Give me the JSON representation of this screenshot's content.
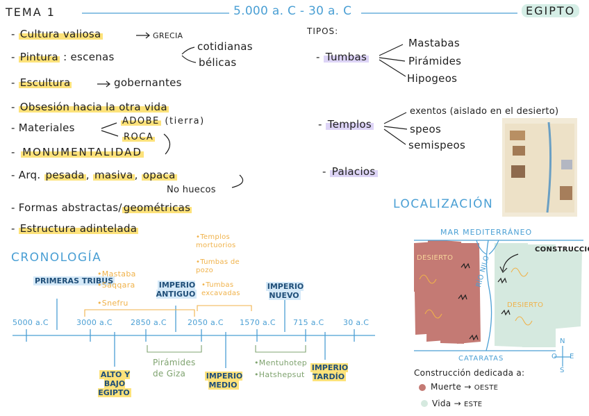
{
  "header": {
    "tema": "TEMA 1",
    "fechas": "5.000 a. C - 30 a. C",
    "titulo": "EGIPTO"
  },
  "caracteristicas": {
    "cultura": "Cultura valiosa",
    "cultura_arrow": "GRECIA",
    "pintura": "Pintura",
    "pintura_mid": ": escenas",
    "pintura_1": "cotidianas",
    "pintura_2": "bélicas",
    "escultura": "Escultura",
    "escultura_arrow": "gobernantes",
    "obsesion": "Obsesión hacia la otra vida",
    "materiales": "Materiales",
    "adobe": "ADOBE",
    "tierra": "(tierra)",
    "roca": "ROCA",
    "monumentalidad": "MONUMENTALIDAD",
    "arq": "Arq.",
    "pesada": "pesada",
    "masiva": "masiva",
    "opaca": "opaca",
    "no_huecos": "No huecos",
    "formas": "Formas abstractas/",
    "geometricas": "geométricas",
    "estructura": "Estructura adintelada"
  },
  "tipos": {
    "titulo": "TIPOS:",
    "tumbas": "Tumbas",
    "tumbas_items": [
      "Mastabas",
      "Pirámides",
      "Hipogeos"
    ],
    "templos": "Templos",
    "templos_items": [
      "exentos (aislado en el desierto)",
      "speos",
      "semispeos"
    ],
    "palacios": "Palacios"
  },
  "cronologia": {
    "titulo": "CRONOLOGÍA",
    "fechas": [
      "5000 a.C",
      "3000 a.C",
      "2850 a.C",
      "2050 a.C",
      "1570 a.C",
      "715 a.C",
      "30 a.C"
    ],
    "primeras_tribus": "PRIMERAS TRIBUS",
    "imperio_antiguo": "IMPERIO ANTIGUO",
    "imperio_nuevo": "IMPERIO NUEVO",
    "alto_bajo": "ALTO Y BAJO EGIPTO",
    "imperio_medio": "IMPERIO MEDIO",
    "imperio_tardio": "IMPERIO TARDÍO",
    "notas_antiguo": [
      "Mastaba",
      "Saqqara",
      "Snefru"
    ],
    "notas_medio": [
      "Templos mortuorios",
      "Tumbas de pozo",
      "Tumbas excavadas"
    ],
    "piramides": "Pirámides de Giza",
    "nuevo_notas": [
      "Mentuhotep",
      "Hatshepsut"
    ]
  },
  "localizacion": {
    "titulo": "LOCALIZACIÓN",
    "mar": "MAR MEDITERRÁNEO",
    "desierto_1": "DESIERTO",
    "desierto_2": "DESIERTO",
    "rio": "RÍO NILO",
    "cataratas": "CATARATAS",
    "construccion": "CONSTRUCCIÓN",
    "leyenda_titulo": "Construcción dedicada a:",
    "muerte": "Muerte",
    "oeste": "OESTE",
    "vida": "Vida",
    "este": "ESTE",
    "brujula": [
      "N",
      "O",
      "E",
      "S"
    ],
    "color_muerte": "#c47a74",
    "color_vida": "#d5e9df"
  }
}
